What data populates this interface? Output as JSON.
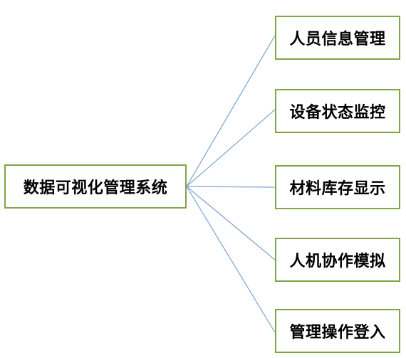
{
  "diagram": {
    "root": {
      "label": "数据可视化管理系统"
    },
    "children": [
      {
        "label": "人员信息管理"
      },
      {
        "label": "设备状态监控"
      },
      {
        "label": "材料库存显示"
      },
      {
        "label": "人机协作模拟"
      },
      {
        "label": "管理操作登入"
      }
    ],
    "colors": {
      "box_border": "#7fa544",
      "connector": "#7ba3cf",
      "text": "#000000"
    }
  }
}
